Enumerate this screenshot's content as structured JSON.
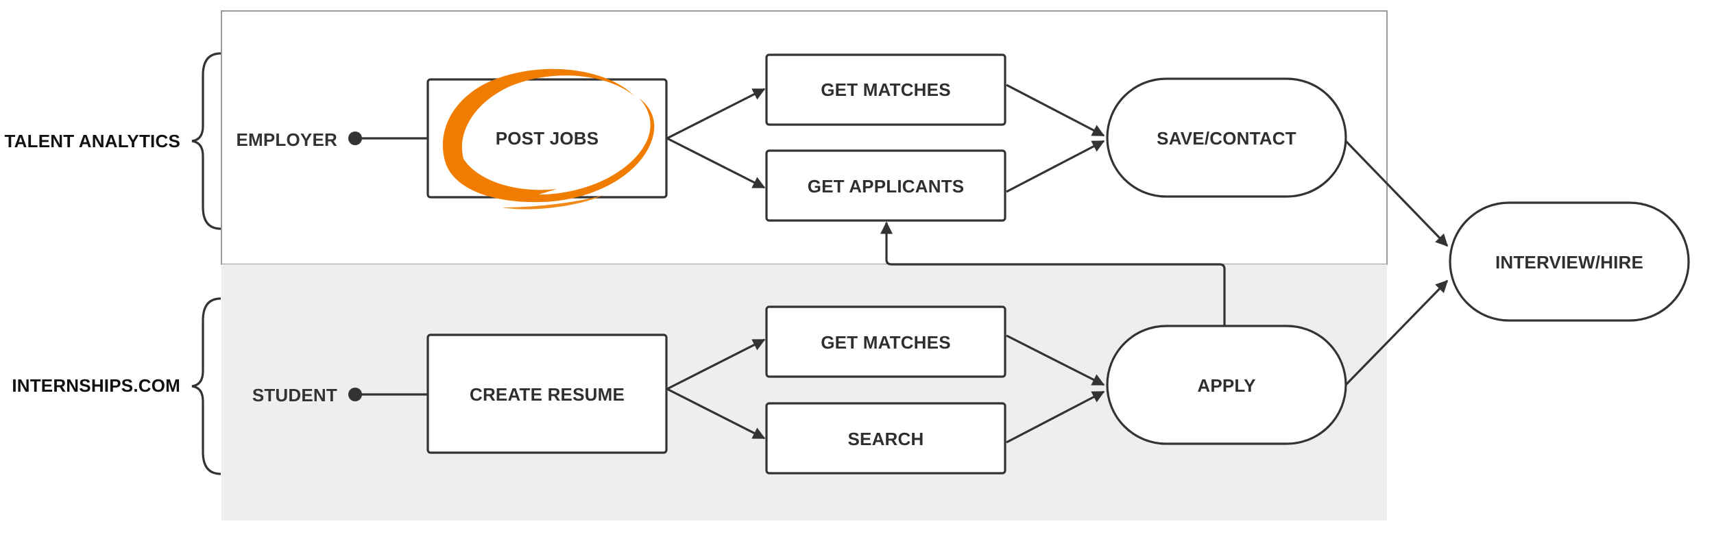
{
  "groups": {
    "talent_analytics": "TALENT ANALYTICS",
    "internships": "INTERNSHIPS.COM"
  },
  "actors": {
    "employer": "EMPLOYER",
    "student": "STUDENT"
  },
  "nodes": {
    "post_jobs": "POST JOBS",
    "get_matches_employer": "GET MATCHES",
    "get_applicants": "GET APPLICANTS",
    "save_contact": "SAVE/CONTACT",
    "interview_hire": "INTERVIEW/HIRE",
    "create_resume": "CREATE RESUME",
    "get_matches_student": "GET MATCHES",
    "search": "SEARCH",
    "apply": "APPLY"
  },
  "colors": {
    "highlight": "#f07d00",
    "lane_shade": "#eeeeee",
    "stroke": "#333333"
  }
}
